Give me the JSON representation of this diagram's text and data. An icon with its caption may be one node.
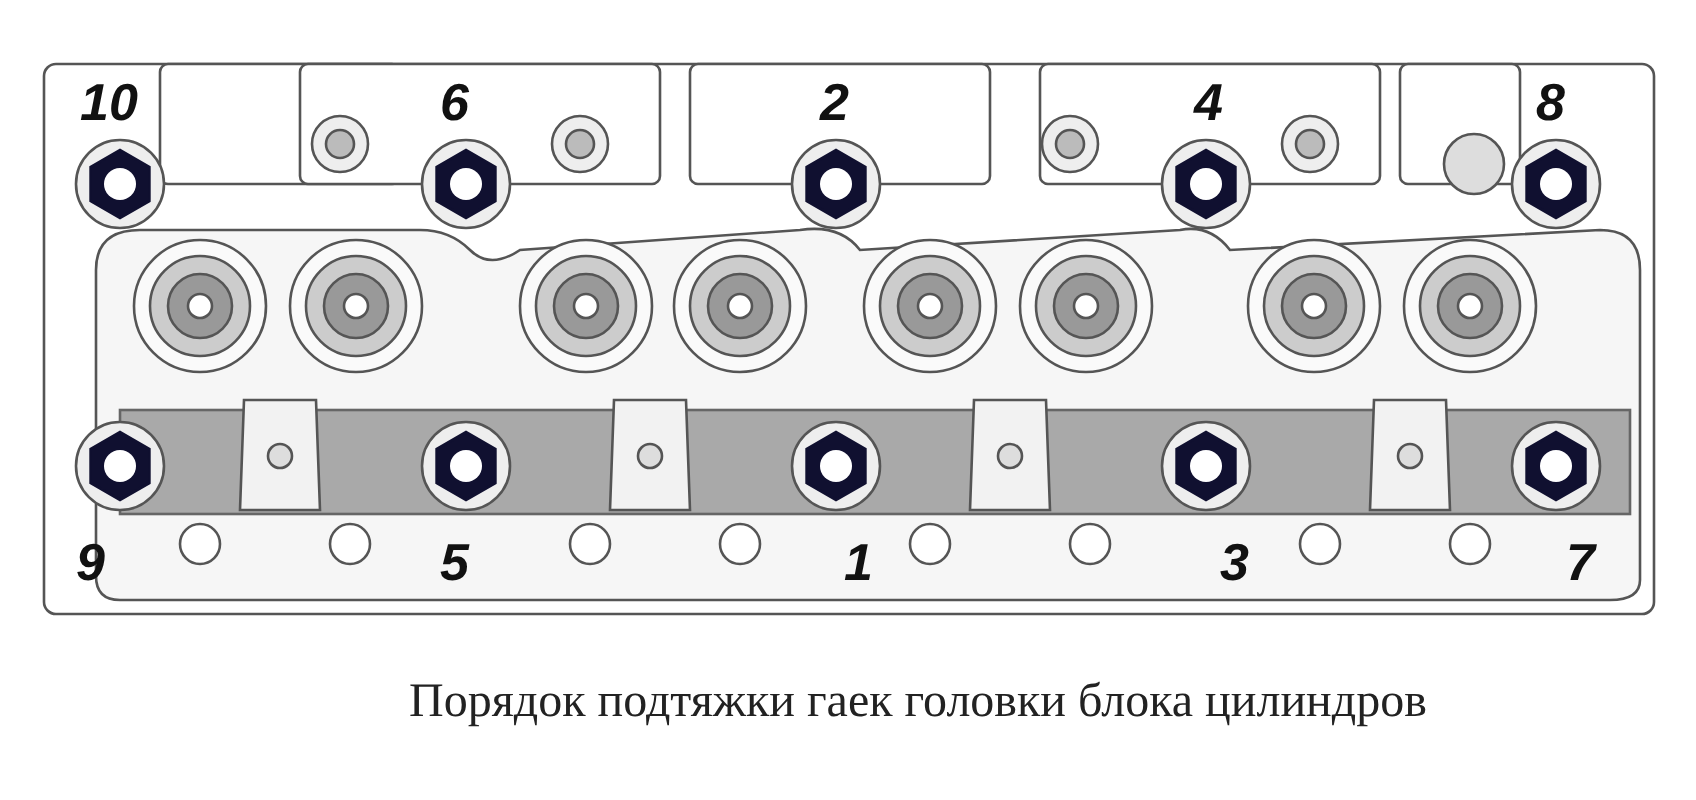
{
  "diagram": {
    "caption": "Порядок подтяжки гаек головки блока цилиндров",
    "labels": [
      "10",
      "6",
      "2",
      "4",
      "8",
      "9",
      "5",
      "1",
      "3",
      "7"
    ]
  }
}
